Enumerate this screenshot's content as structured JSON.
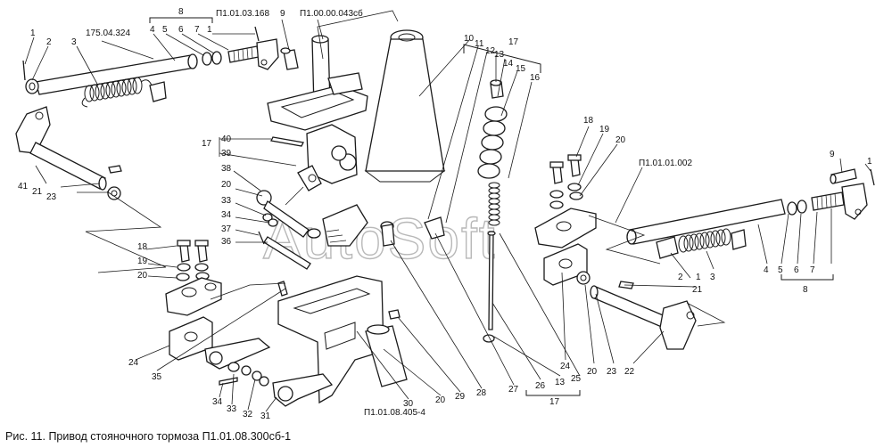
{
  "caption": "Рис. 11. Привод стояночного тормоза П1.01.08.300сб-1",
  "watermark": "AutoSoft",
  "part_numbers": {
    "p175": "175.04.324",
    "p168": "П1.01.03.168",
    "p043": "П1.00.00.043сб",
    "p002": "П1.01.01.002",
    "p405": "П1.01.08.405-4"
  },
  "callouts": {
    "n1": "1",
    "n2": "2",
    "n3": "3",
    "n4": "4",
    "n5": "5",
    "n6": "6",
    "n7": "7",
    "n8": "8",
    "n9": "9",
    "n10": "10",
    "n11": "11",
    "n12": "12",
    "n13": "13",
    "n14": "14",
    "n15": "15",
    "n16": "16",
    "n17": "17",
    "n18": "18",
    "n19": "19",
    "n20": "20",
    "n21": "21",
    "n22": "22",
    "n23": "23",
    "n24": "24",
    "n25": "25",
    "n26": "26",
    "n27": "27",
    "n28": "28",
    "n29": "29",
    "n30": "30",
    "n31": "31",
    "n32": "32",
    "n33": "33",
    "n34": "34",
    "n35": "35",
    "n36": "36",
    "n37": "37",
    "n38": "38",
    "n39": "39",
    "n40": "40",
    "n41": "41"
  }
}
